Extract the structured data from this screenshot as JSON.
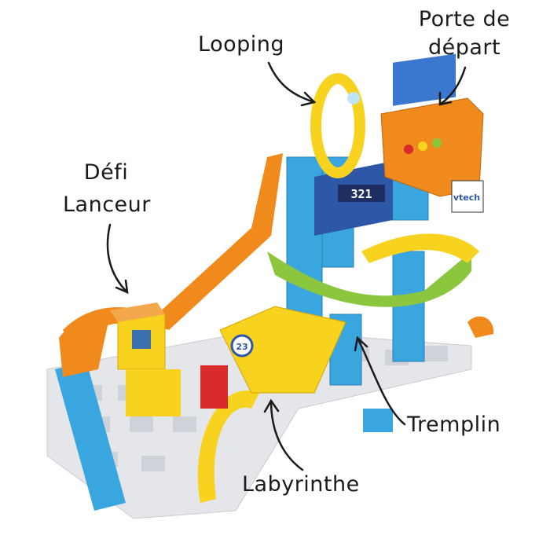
{
  "labels": {
    "looping": "Looping",
    "porte_line1": "Porte de",
    "porte_line2": "départ",
    "defi_line1": "Défi",
    "defi_line2": "Lanceur",
    "tremplin": "Tremplin",
    "labyrinthe": "Labyrinthe"
  },
  "toy": {
    "counter_display": "321",
    "brand": "vtech",
    "ball_number": "23"
  },
  "colors": {
    "track_orange": "#f08a1c",
    "track_yellow": "#f7d21e",
    "tower_blue": "#3aa6e0",
    "base_gray": "#e4e6ea",
    "track_green": "#8cc63f",
    "accent_red": "#d92b2b",
    "ink": "#1a1a1a"
  }
}
